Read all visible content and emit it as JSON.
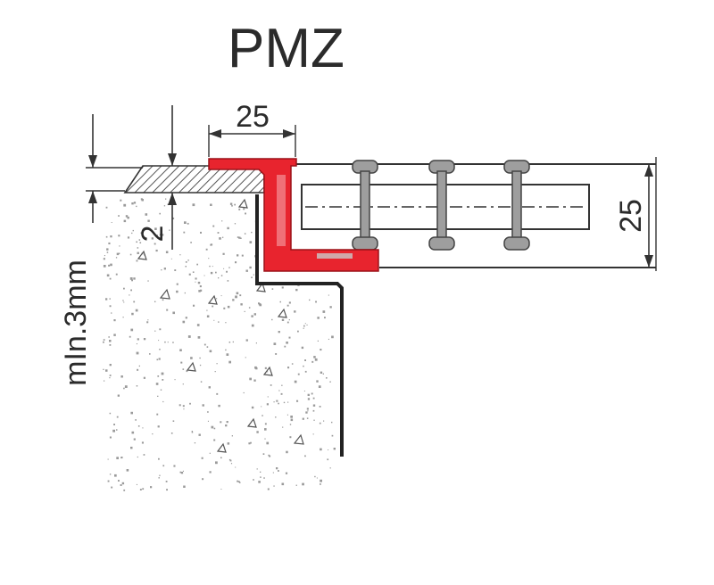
{
  "title": "PMZ",
  "dimensions": {
    "top_width": "25",
    "height": "25",
    "offset": "2",
    "min_depth": "mIn.3mm"
  },
  "colors": {
    "profile": "#e8242e",
    "line": "#333333",
    "grating_bar": "#9e9e9e",
    "hatch": "#555555"
  }
}
